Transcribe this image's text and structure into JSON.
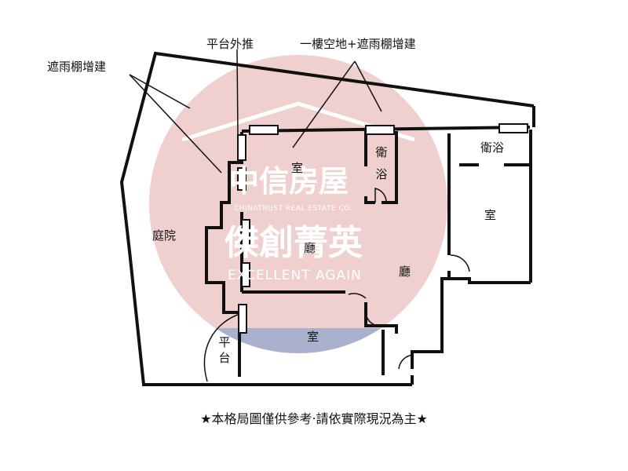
{
  "annotations": {
    "canopy_addition": "遮雨棚增建",
    "platform_extension": "平台外推",
    "ground_floor_canopy": "一樓空地+遮雨棚增建"
  },
  "rooms": {
    "bedroom_top": "室",
    "bath_center_1": "衛",
    "bath_center_2": "浴",
    "bath_right": "衛浴",
    "bedroom_right": "室",
    "courtyard": "庭院",
    "hall_center": "廳",
    "hall_right": "廳",
    "bedroom_bottom": "室",
    "platform_1": "平",
    "platform_2": "台"
  },
  "watermark": {
    "company": "中信房屋",
    "company_en": "CHINATRUST REAL ESTATE CO.",
    "branch": "傑創菁英",
    "slogan": "EXCELLENT AGAIN",
    "colors": {
      "circle": "#f0cfcf",
      "band": "#aab1cc"
    }
  },
  "footer": {
    "disclaimer": "★本格局圖僅供參考‧請依實際現況為主★"
  }
}
